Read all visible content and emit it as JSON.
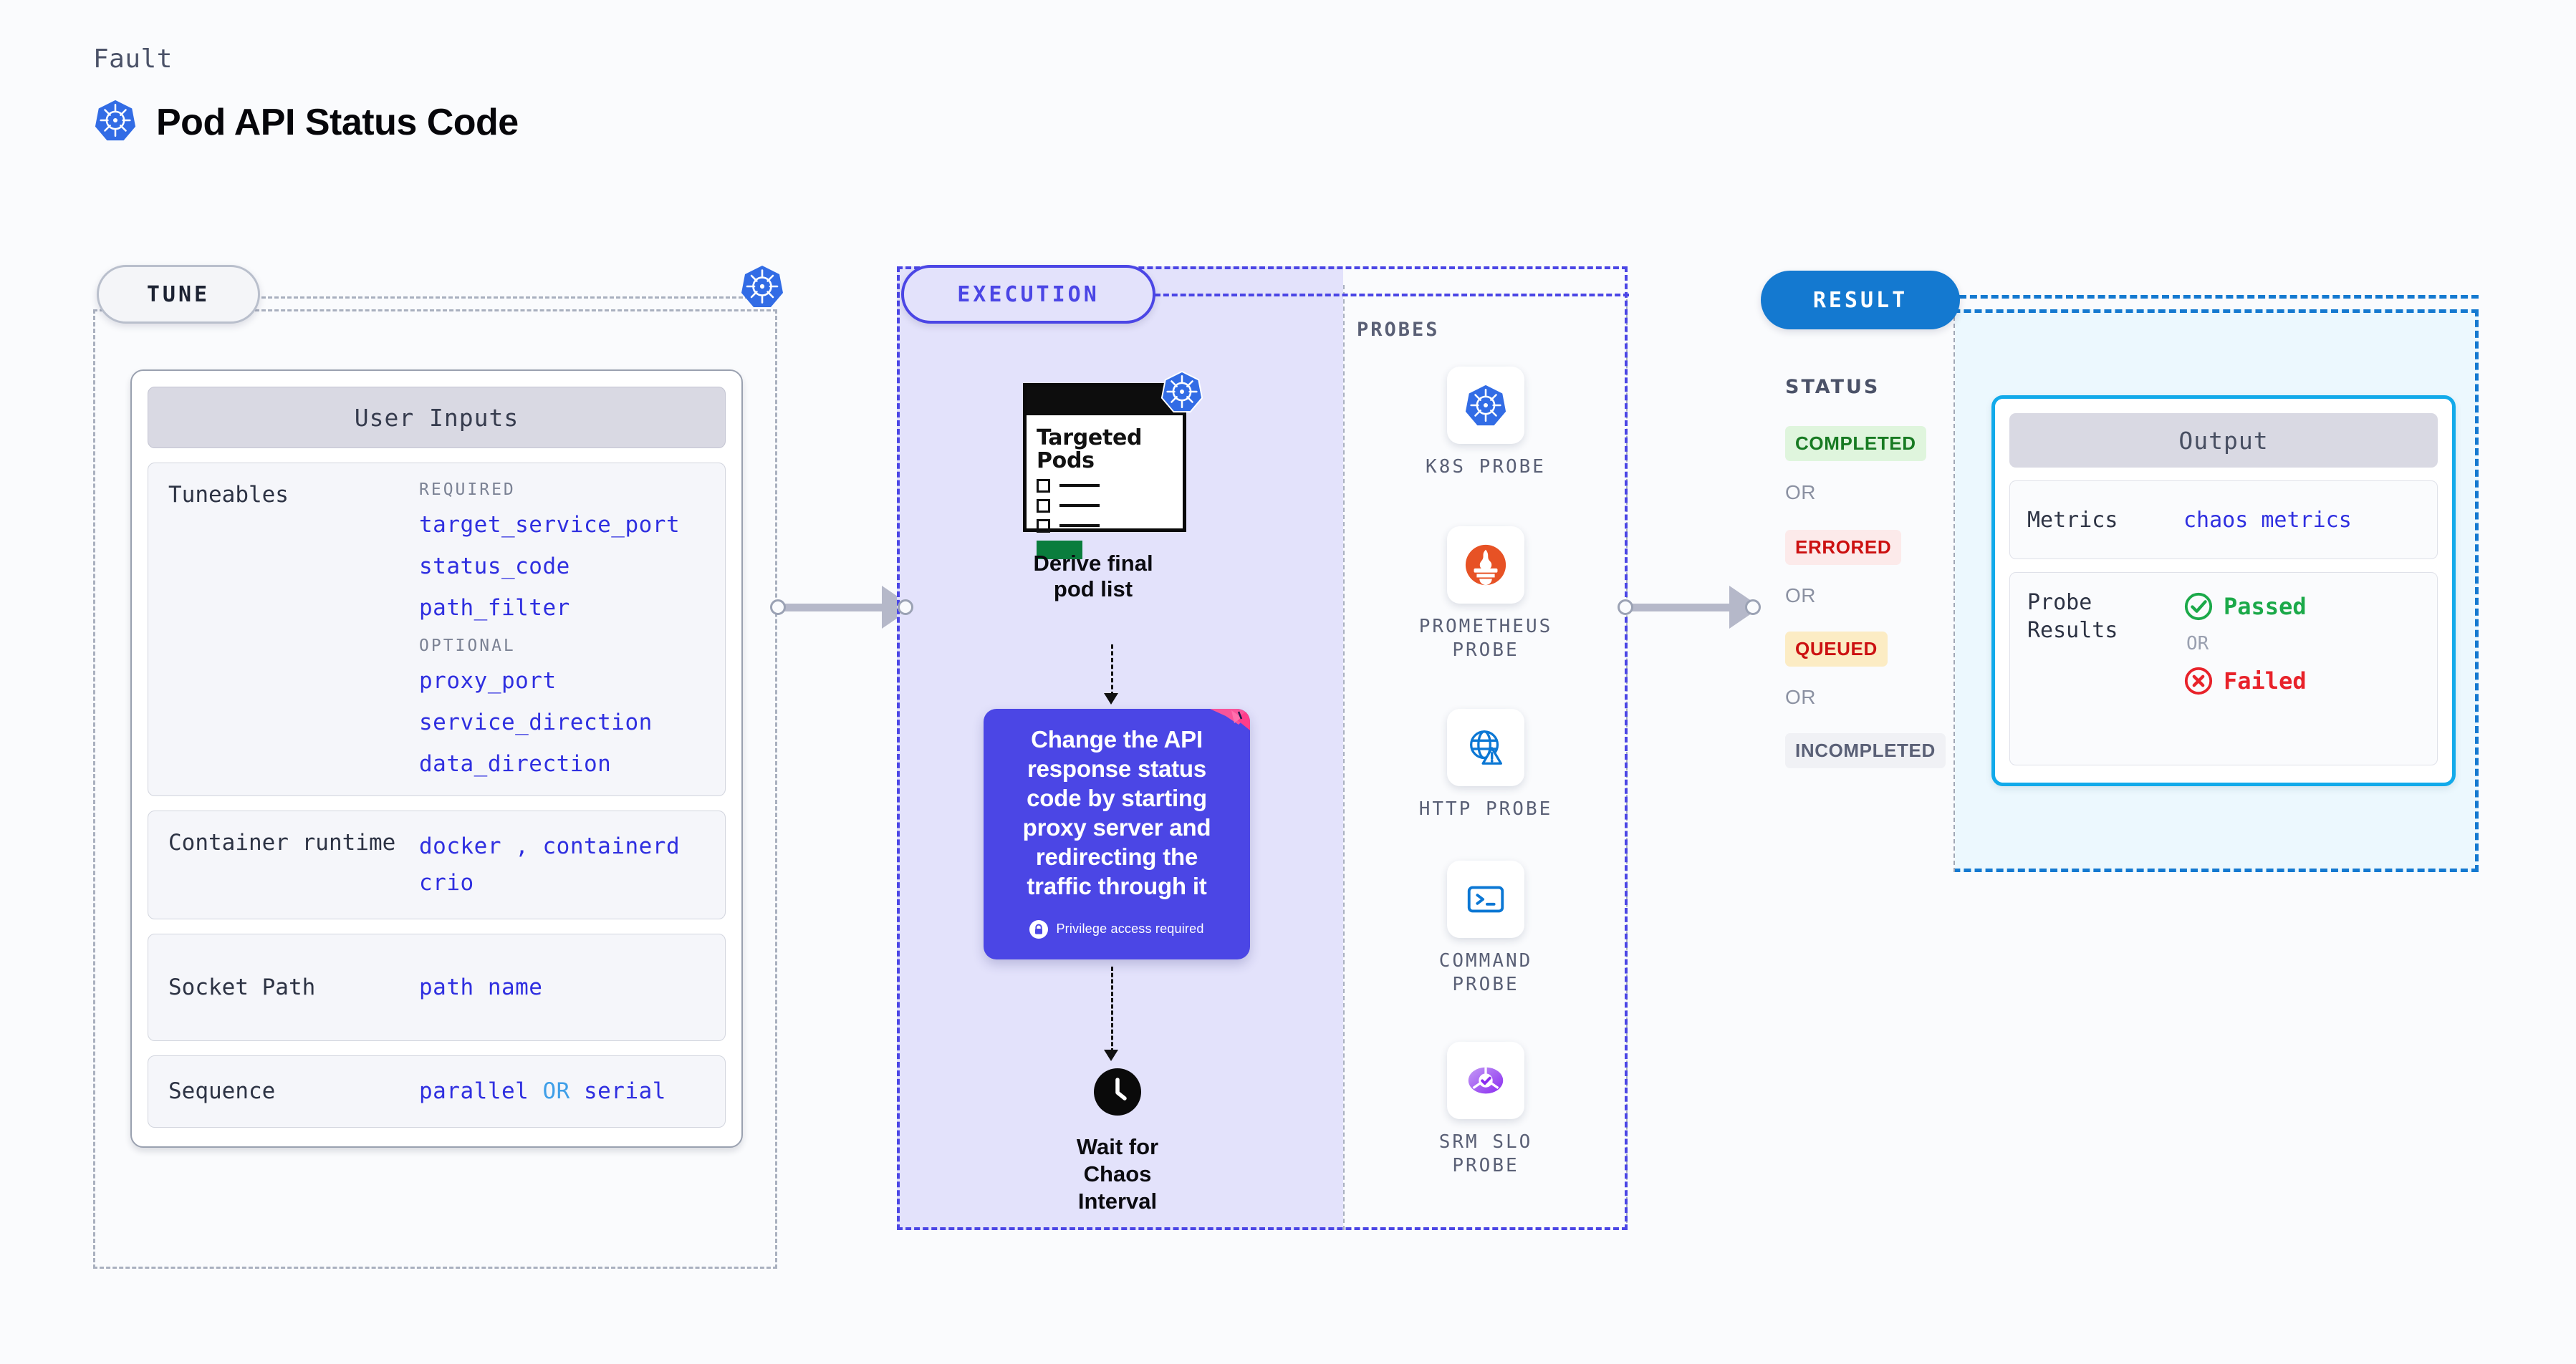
{
  "header": {
    "fault_label": "Fault",
    "title": "Pod API Status Code",
    "icon": "kubernetes-icon"
  },
  "tune": {
    "pill_label": "TUNE",
    "card_title": "User Inputs",
    "sections": [
      {
        "label": "Tuneables",
        "required_kicker": "REQUIRED",
        "required": [
          "target_service_port",
          "status_code",
          "path_filter"
        ],
        "optional_kicker": "OPTIONAL",
        "optional": [
          "proxy_port",
          "service_direction",
          "data_direction"
        ]
      }
    ],
    "rows": [
      {
        "label": "Container runtime",
        "values": [
          "docker",
          "containerd",
          "crio"
        ],
        "separator": ","
      },
      {
        "label": "Socket Path",
        "values": [
          "path name"
        ]
      },
      {
        "label": "Sequence",
        "values": [
          "parallel",
          "serial"
        ],
        "joiner": "OR"
      }
    ]
  },
  "execution": {
    "pill_label": "EXECUTION",
    "pods_card": {
      "title_line1": "Targeted",
      "title_line2": "Pods",
      "badge_icon": "kubernetes-icon"
    },
    "pods_caption": "Derive final pod list",
    "chaos_card": {
      "text": "Change the API response status code by starting proxy server and redirecting the traffic through it",
      "privilege_note": "Privilege access required",
      "privilege_icon": "lock-icon",
      "ribbon_icon": "chaos-ribbon-icon",
      "background": "#4b46e5"
    },
    "wait_step": {
      "icon": "clock-icon",
      "caption_line1": "Wait for Chaos",
      "caption_line2": "Interval"
    },
    "probes_label": "PROBES",
    "probes": [
      {
        "icon": "kubernetes-icon",
        "label": "K8S PROBE"
      },
      {
        "icon": "prometheus-icon",
        "label": "PROMETHEUS PROBE"
      },
      {
        "icon": "globe-warning-icon",
        "label": "HTTP PROBE"
      },
      {
        "icon": "terminal-icon",
        "label": "COMMAND PROBE"
      },
      {
        "icon": "srm-slo-icon",
        "label": "SRM SLO PROBE"
      }
    ]
  },
  "result": {
    "pill_label": "RESULT",
    "status_label": "STATUS",
    "or_label": "OR",
    "statuses": [
      {
        "label": "COMPLETED",
        "color": "#177a22",
        "background": "#dff5dd"
      },
      {
        "label": "ERRORED",
        "color": "#cc1111",
        "background": "#fceaea"
      },
      {
        "label": "QUEUED",
        "color": "#cc1111",
        "background": "#fcecc4"
      },
      {
        "label": "INCOMPLETED",
        "color": "#5a6076",
        "background": "#f0f1f5"
      }
    ],
    "output": {
      "title": "Output",
      "metrics_label": "Metrics",
      "metrics_value": "chaos metrics",
      "probe_results_label": "Probe Results",
      "passed_label": "Passed",
      "passed_icon": "check-circle-icon",
      "passed_color": "#1ba949",
      "or_label": "OR",
      "failed_label": "Failed",
      "failed_icon": "x-circle-icon",
      "failed_color": "#e8222a"
    }
  }
}
